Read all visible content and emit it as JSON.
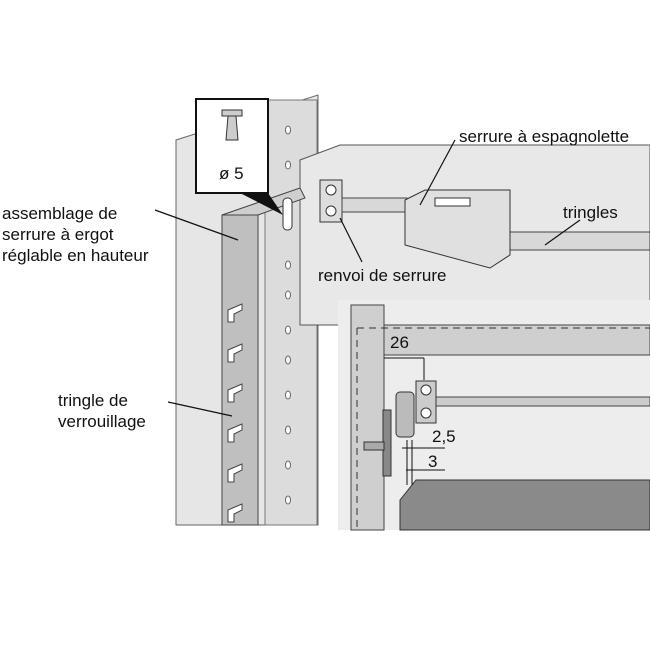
{
  "labels": {
    "assembly": [
      "assemblage de",
      "serrure à ergot",
      "réglable en hauteur"
    ],
    "rod": [
      "tringle de",
      "verrouillage"
    ],
    "lock": "serrure à espagnolette",
    "rods": "tringles",
    "return": "renvoi de serrure",
    "diameter": "ø 5"
  },
  "dimensions": {
    "d26": "26",
    "d25": "2,5",
    "d3": "3"
  }
}
